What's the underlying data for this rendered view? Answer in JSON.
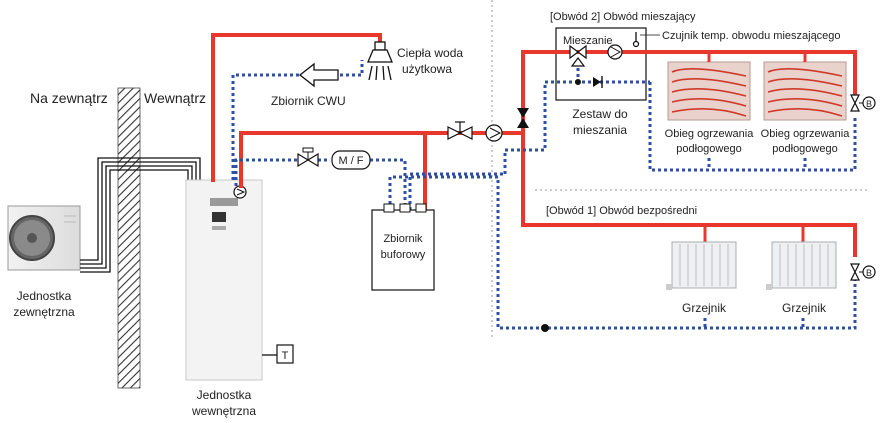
{
  "labels": {
    "outside": "Na zewnątrz",
    "inside": "Wewnątrz",
    "outdoor_unit_1": "Jednostka",
    "outdoor_unit_2": "zewnętrzna",
    "indoor_unit_1": "Jednostka",
    "indoor_unit_2": "wewnętrzna",
    "dhw_1": "Ciepła woda",
    "dhw_2": "użytkowa",
    "dhw_tank": "Zbiornik CWU",
    "mf": "M / F",
    "thermostat": "T",
    "buffer_1": "Zbiornik",
    "buffer_2": "buforowy",
    "circuit2": "[Obwód 2] Obwód mieszający",
    "mixing": "Mieszanie",
    "mixing_sensor": "Czujnik temp. obwodu mieszającego",
    "mixing_kit_1": "Zestaw do",
    "mixing_kit_2": "mieszania",
    "floor_1a": "Obieg ogrzewania",
    "floor_1b": "podłogowego",
    "floor_2a": "Obieg ogrzewania",
    "floor_2b": "podłogowego",
    "circuit1": "[Obwód 1] Obwód bezpośredni",
    "radiator_1": "Grzejnik",
    "radiator_2": "Grzejnik",
    "pump_b1": "B",
    "pump_b2": "B"
  },
  "colors": {
    "supply": "#e8382e",
    "return": "#2e4fa3",
    "divider": "#9a9a9a"
  }
}
